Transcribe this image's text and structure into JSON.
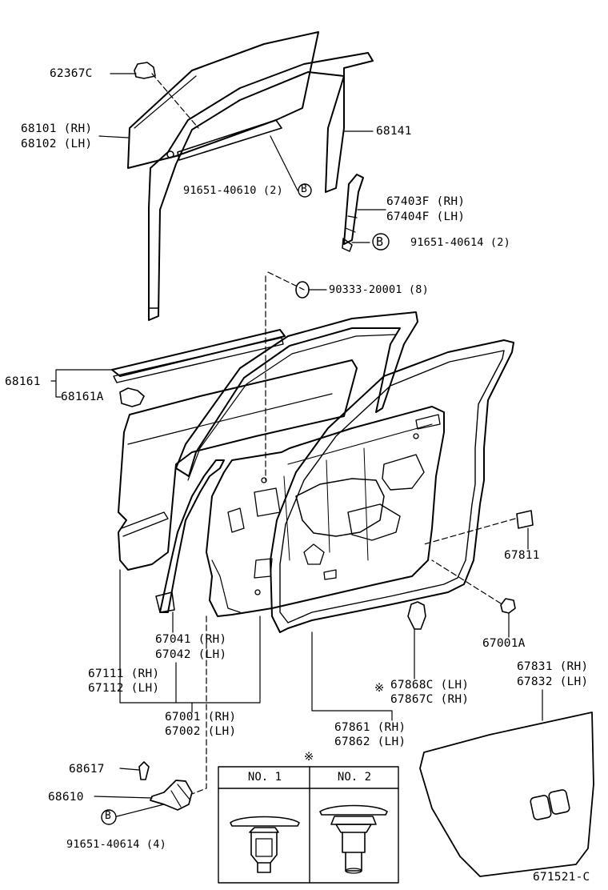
{
  "diagram": {
    "figure_id": "671521-C",
    "callout_b": "B",
    "clip_mark": "※",
    "clip_table": {
      "col1": "NO. 1",
      "col2": "NO. 2"
    },
    "parts": {
      "p62367c": "62367C",
      "p68101": "68101 (RH)",
      "p68102": "68102 (LH)",
      "p68141": "68141",
      "p91651_40610": "91651-40610 (2)",
      "p67403f": "67403F (RH)",
      "p67404f": "67404F (LH)",
      "p91651_40614a": "91651-40614 (2)",
      "p90333": "90333-20001 (8)",
      "p68161": "68161",
      "p68161a": "68161A",
      "p67811": "67811",
      "p67001a": "67001A",
      "p67041": "67041 (RH)",
      "p67042": "67042 (LH)",
      "p67111": "67111 (RH)",
      "p67112": "67112 (LH)",
      "p67001": "67001 (RH)",
      "p67002": "67002 (LH)",
      "p67831": "67831 (RH)",
      "p67832": "67832 (LH)",
      "p67868c": "67868C (LH)",
      "p67867c": "67867C (RH)",
      "p67861": "67861 (RH)",
      "p67862": "67862 (LH)",
      "p68617": "68617",
      "p68610": "68610",
      "p91651_40614b": "91651-40614 (4)"
    }
  }
}
